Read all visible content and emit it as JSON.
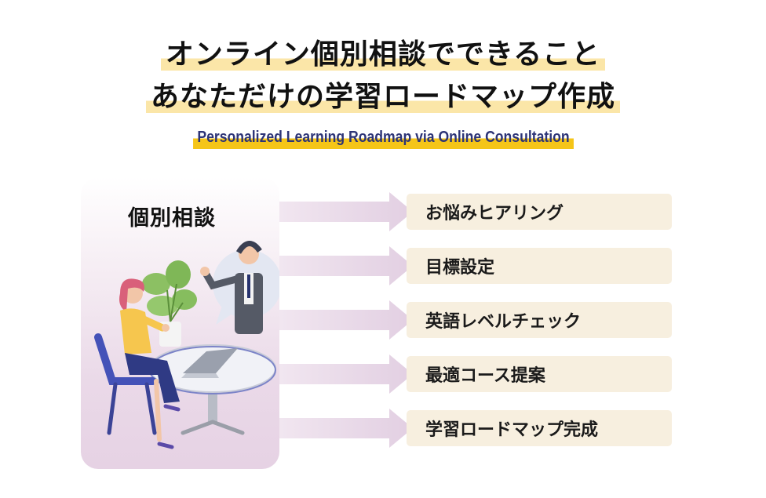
{
  "header": {
    "title_line1": "オンライン個別相談でできること",
    "title_line2": "あなただけの学習ロードマップ作成",
    "subtitle": "Personalized Learning Roadmap via Online Consultation"
  },
  "panel": {
    "label": "個別相談"
  },
  "steps": [
    {
      "label": "お悩みヒアリング"
    },
    {
      "label": "目標設定"
    },
    {
      "label": "英語レベルチェック"
    },
    {
      "label": "最適コース提案"
    },
    {
      "label": "学習ロードマップ完成"
    }
  ],
  "colors": {
    "item_bg": "#f7efdf",
    "subtitle_text": "#2d3476",
    "subtitle_highlight": "#f5c518",
    "title_highlight": "#fbe6a8",
    "arrow": "#e4d3e3"
  }
}
